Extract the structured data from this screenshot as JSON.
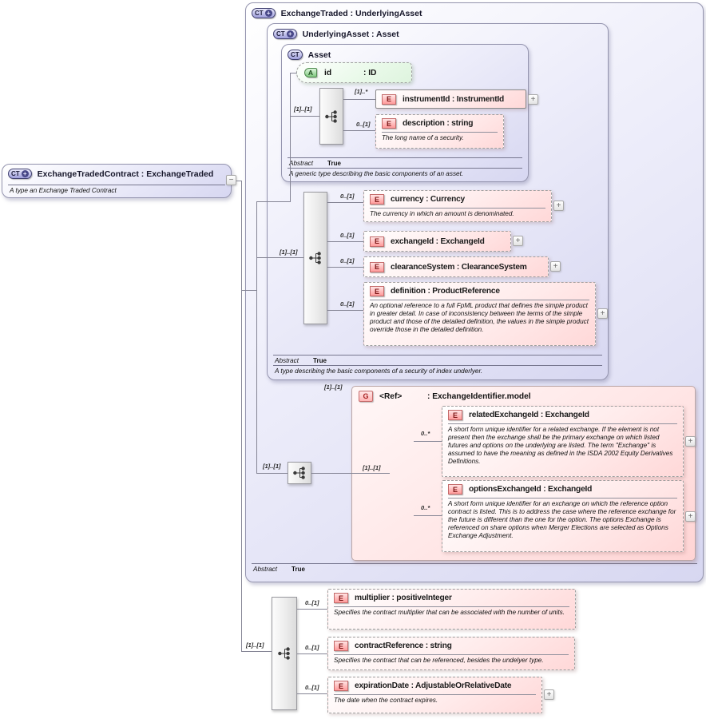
{
  "icons": {
    "complex_type": "CT",
    "plus": "+",
    "attribute": "A",
    "element": "E",
    "group": "G",
    "expand": "+",
    "collapse": "−"
  },
  "labels": {
    "abstract": "Abstract",
    "true": "True"
  },
  "contract_box": {
    "title": "ExchangeTradedContract : ExchangeTraded",
    "annotation": "A type an Exchange Traded Contract"
  },
  "exchange_traded_box": {
    "title": "ExchangeTraded : UnderlyingAsset"
  },
  "underlying_asset_box": {
    "title": "UnderlyingAsset : Asset",
    "annotation": "A type describing the basic components of a security of index underlyer."
  },
  "asset_box": {
    "title": "Asset",
    "annotation": "A generic type describing the basic components of an asset.",
    "seq_cardinality": "[1]..[1]"
  },
  "attribute_id": {
    "name": "id",
    "type": ": ID"
  },
  "asset_elements": {
    "instrument_id": {
      "title": "instrumentId : InstrumentId",
      "cardinality": "[1]..*"
    },
    "description": {
      "title": "description : string",
      "cardinality": "0..[1]",
      "annotation": "The long name of a security."
    }
  },
  "ua_content": {
    "seq_cardinality": "[1]..[1]",
    "currency": {
      "title": "currency : Currency",
      "cardinality": "0..[1]",
      "annotation": "The currency in which an amount is denominated."
    },
    "exchange_id": {
      "title": "exchangeId : ExchangeId",
      "cardinality": "0..[1]"
    },
    "clearance_system": {
      "title": "clearanceSystem : ClearanceSystem",
      "cardinality": "0..[1]"
    },
    "definition": {
      "title": "definition : ProductReference",
      "cardinality": "0..[1]",
      "annotation": "An optional reference to a full FpML product that defines the simple product in greater detail. In case of inconsistency between the terms of the simple product and those of the detailed definition, the values in the simple product override those in the detailed definition."
    }
  },
  "et_content": {
    "outer_seq_cardinality": "[1]..[1]",
    "group": {
      "cardinality": "[1]..[1]",
      "ref": "<Ref>",
      "type": ": ExchangeIdentifier.model",
      "seq_cardinality": "[1]..[1]",
      "related_exchange_id": {
        "title": "relatedExchangeId : ExchangeId",
        "cardinality": "0..*",
        "annotation": "A short form unique identifier for a related exchange. If the element is not present then the exchange shall be the primary exchange on which listed futures and options on the underlying are listed. The term \"Exchange\" is assumed to have the meaning as defined in the ISDA 2002 Equity Derivatives Definitions."
      },
      "options_exchange_id": {
        "title": "optionsExchangeId : ExchangeId",
        "cardinality": "0..*",
        "annotation": "A short form unique identifier for an exchange on which the reference option contract is listed. This is to address the case where the reference exchange for the future is different than the one for the option. The options Exchange is referenced on share options when Merger Elections are selected as Options Exchange Adjustment."
      }
    }
  },
  "contract_content": {
    "seq_cardinality": "[1]..[1]",
    "multiplier": {
      "title": "multiplier : positiveInteger",
      "cardinality": "0..[1]",
      "annotation": "Specifies the contract multiplier that can be associated with the number of units."
    },
    "contract_reference": {
      "title": "contractReference : string",
      "cardinality": "0..[1]",
      "annotation": "Specifies the contract that can be referenced, besides the undelyer type."
    },
    "expiration_date": {
      "title": "expirationDate : AdjustableOrRelativeDate",
      "cardinality": "0..[1]",
      "annotation": "The date when the contract expires."
    }
  }
}
